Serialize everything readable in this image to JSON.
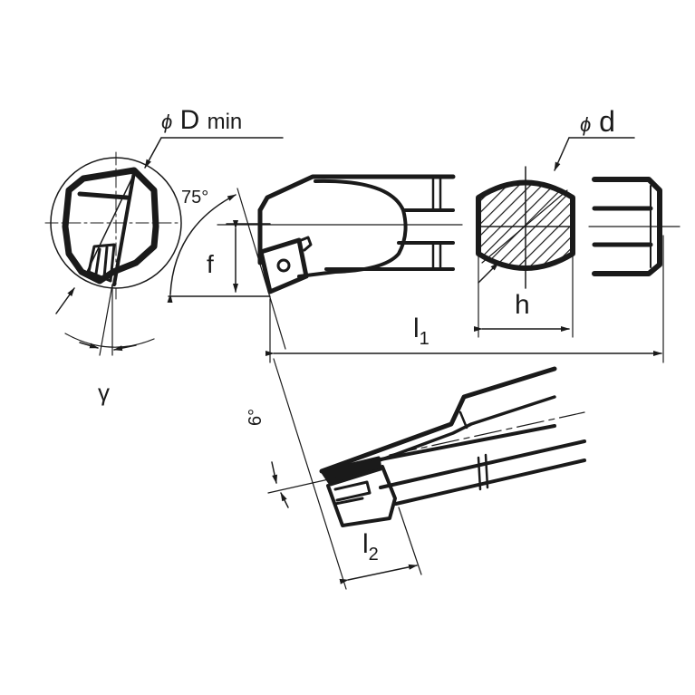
{
  "diagram": {
    "type": "technical-drawing",
    "subject": "boring bar with indexable insert",
    "colors": {
      "line": "#1a1a1a",
      "background": "#ffffff"
    },
    "labels": {
      "d_min": {
        "symbol": "ϕ",
        "text": "D",
        "suffix": "min"
      },
      "angle_75": "75°",
      "f": "f",
      "gamma": "γ",
      "d": {
        "symbol": "ϕ",
        "text": "d"
      },
      "h": "h",
      "l1": {
        "main": "l",
        "sub": "1"
      },
      "l2": {
        "main": "l",
        "sub": "2"
      },
      "angle_6": "6°"
    }
  }
}
